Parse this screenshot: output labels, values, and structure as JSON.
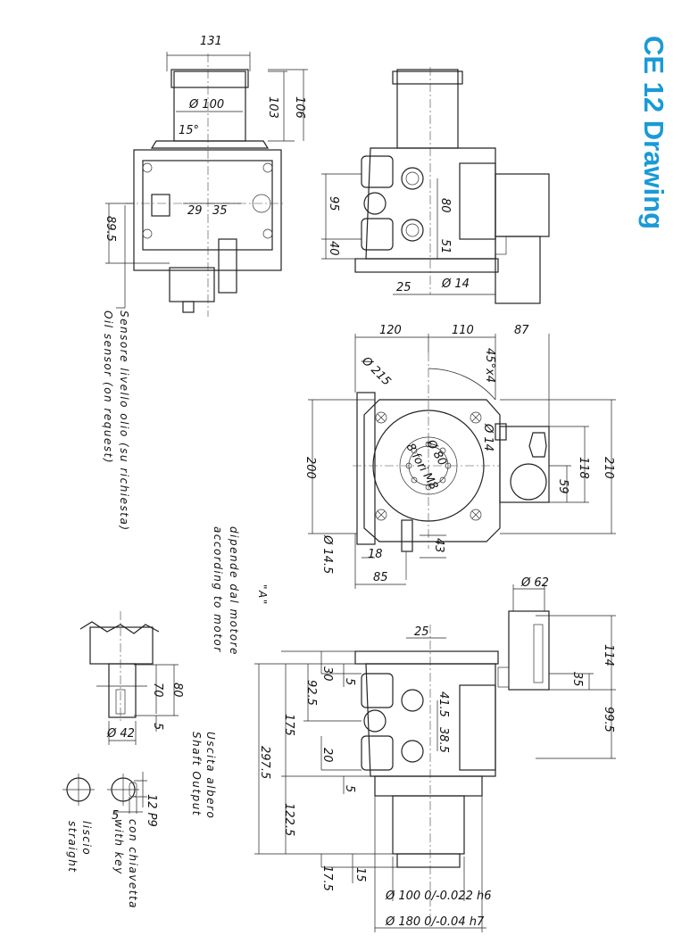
{
  "title": "CE 12 Drawing",
  "colors": {
    "title": "#1a9ad6",
    "lines": "#222222"
  },
  "top_left_view": {
    "width": "131",
    "diameter": "Ø 100",
    "h1": "103",
    "h2": "106",
    "angle": "15°",
    "d29": "29",
    "d35": "35",
    "d89_5": "89.5"
  },
  "sensor_note": {
    "it": "Sensore livello olio (su richiesta)",
    "en": "Oil sensor (on request)"
  },
  "top_right_view": {
    "d95": "95",
    "d40": "40",
    "d80": "80",
    "d51": "51",
    "d25": "25",
    "d14": "Ø 14"
  },
  "middle_view": {
    "d120": "120",
    "d110": "110",
    "d87": "87",
    "chamfer": "45°x4",
    "d215": "Ø 215",
    "d14": "Ø 14",
    "d80": "Ø 80",
    "holes": "8 fori M8",
    "d118": "118",
    "d210": "210",
    "d59": "59",
    "d200": "200",
    "d43": "43",
    "d14_5": "Ø 14.5",
    "d18": "18",
    "d85": "85"
  },
  "motor_note": {
    "mark": "\"A\"",
    "it": "dipende dal motore",
    "en": "according to motor"
  },
  "bottom_view": {
    "d62": "Ø 62",
    "d25": "25",
    "d114": "114",
    "d35": "35",
    "d99_5": "99.5",
    "d30": "30",
    "d5a": "5",
    "d92_5": "92.5",
    "d41_5": "41.5",
    "d38_5": "38.5",
    "d175": "175",
    "d20": "20",
    "d5b": "5",
    "d297_5": "297.5",
    "d122_5": "122.5",
    "d17_5": "17.5",
    "d15": "15",
    "shaft_tol": "Ø 100 0/-0.022 h6",
    "flange_tol": "Ø 180 0/-0.04 h7"
  },
  "shaft_detail": {
    "d80": "80",
    "d70": "70",
    "d5": "5",
    "d42": "Ø 42",
    "title_it": "Uscita albero",
    "title_en": "Shaft Output",
    "key_width": "12 P9",
    "key_depth": "5",
    "keyed_it": "con chiavetta",
    "keyed_en": "with key",
    "plain_it": "liscio",
    "plain_en": "straight"
  }
}
